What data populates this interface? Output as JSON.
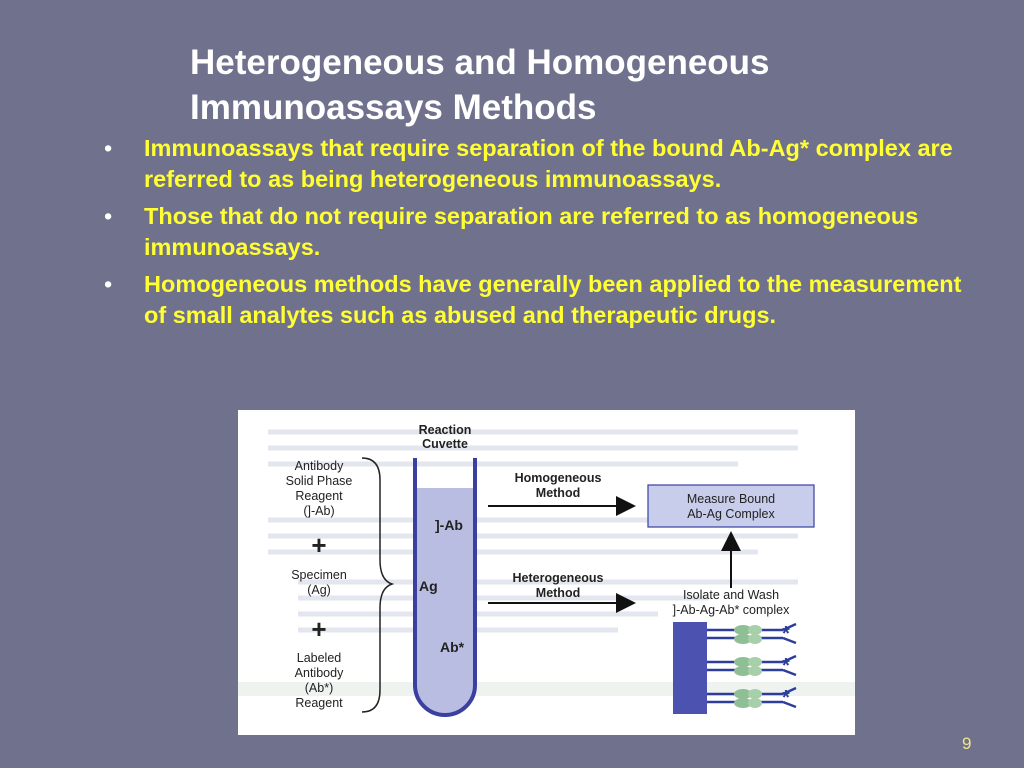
{
  "title": {
    "line1": "Heterogeneous and Homogeneous",
    "line2": "Immunoassays Methods"
  },
  "bullets": [
    "Immunoassays that require separation of the bound Ab-Ag* complex are referred to as being heterogeneous immunoassays.",
    "Those that do not require separation are referred to as homogeneous immunoassays.",
    "Homogeneous methods have generally been applied to the measurement of small analytes such as abused and therapeutic drugs."
  ],
  "bullet_symbol": "•",
  "diagram": {
    "reagent1": [
      "Antibody",
      "Solid Phase",
      "Reagent",
      "(]-Ab)"
    ],
    "plus": "+",
    "specimen": [
      "Specimen",
      "(Ag)"
    ],
    "reagent2": [
      "Labeled",
      "Antibody",
      "(Ab*)",
      "Reagent"
    ],
    "cuvette_label": [
      "Reaction",
      "Cuvette"
    ],
    "cuvette_contents": [
      "]-Ab",
      "Ag",
      "Ab*"
    ],
    "homogeneous_label": [
      "Homogeneous",
      "Method"
    ],
    "heterogeneous_label": [
      "Heterogeneous",
      "Method"
    ],
    "measure_box": [
      "Measure Bound",
      "Ab-Ag Complex"
    ],
    "isolate_label": [
      "Isolate and Wash",
      "]-Ab-Ag-Ab* complex"
    ],
    "star": "*"
  },
  "colors": {
    "background": "#70728d",
    "title": "#ffffff",
    "bullet_text": "#ffff33",
    "cuvette_border": "#3a3fa0",
    "cuvette_fill": "#b9bde2",
    "solid_phase": "#4c52b0",
    "antibody": "#2d3d9a",
    "antigen": "#8fbf94"
  },
  "page_number": "9"
}
